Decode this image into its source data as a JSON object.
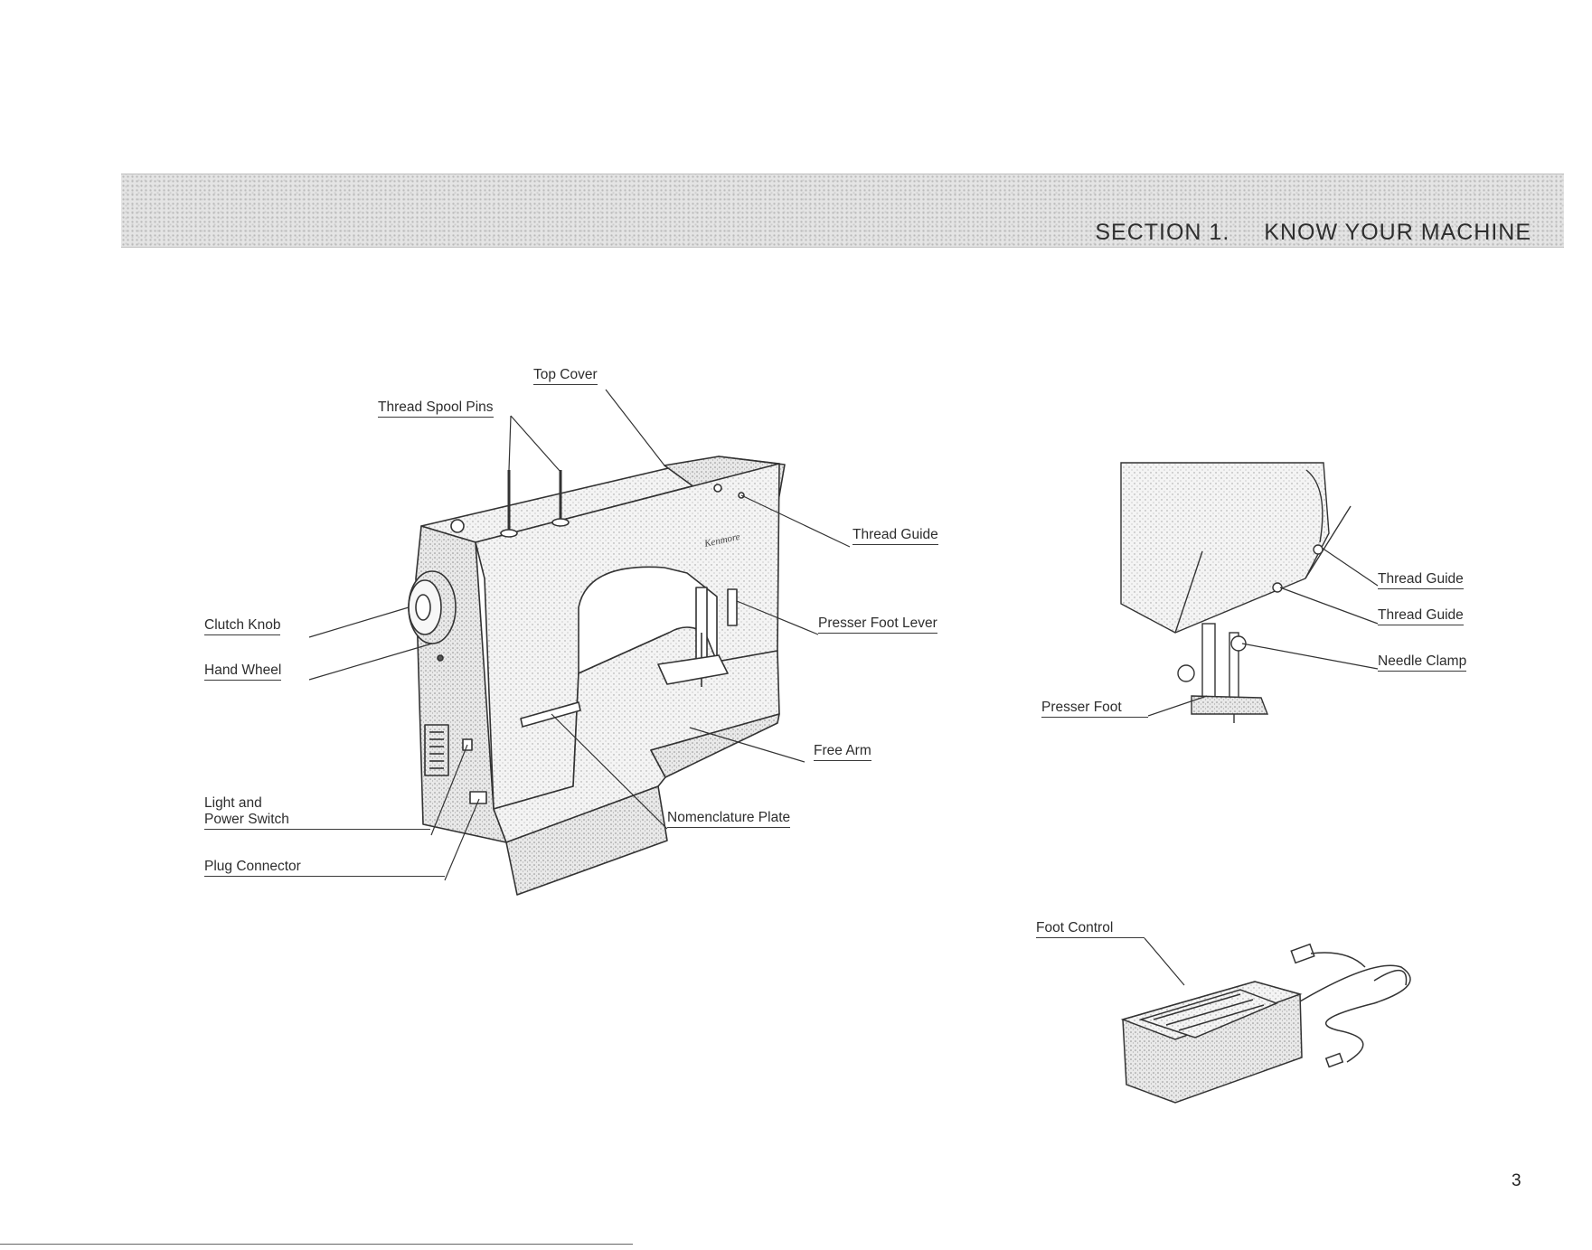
{
  "header": {
    "section_label": "SECTION 1.",
    "section_title": "KNOW YOUR MACHINE"
  },
  "machine_labels": {
    "top_cover": "Top Cover",
    "thread_spool_pins": "Thread Spool Pins",
    "thread_guide": "Thread Guide",
    "clutch_knob": "Clutch Knob",
    "presser_foot_lever": "Presser Foot Lever",
    "hand_wheel": "Hand Wheel",
    "free_arm": "Free Arm",
    "light_and_power_switch_line1": "Light and",
    "light_and_power_switch_line2": "Power Switch",
    "nomenclature_plate": "Nomenclature Plate",
    "plug_connector": "Plug Connector",
    "brand_mark": "Kenmore"
  },
  "needle_labels": {
    "thread_guide_1": "Thread Guide",
    "thread_guide_2": "Thread Guide",
    "needle_clamp": "Needle Clamp",
    "presser_foot": "Presser Foot"
  },
  "foot_control_label": "Foot Control",
  "page_number": "3"
}
